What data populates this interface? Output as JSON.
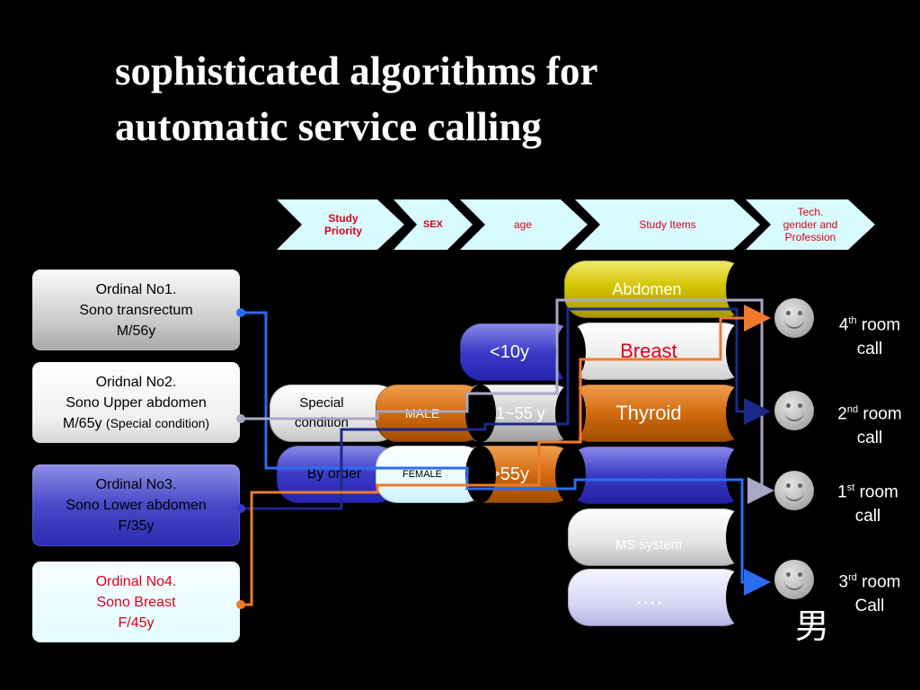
{
  "title": {
    "line1": "sophisticated algorithms for",
    "line2": "automatic service calling"
  },
  "chevrons": [
    {
      "line1": "Study",
      "line2": "Priority",
      "color": "#e0001a"
    },
    {
      "line1": "SEX",
      "line2": "",
      "color": "#e0001a"
    },
    {
      "line1": "age",
      "line2": "",
      "color": "#e0001a"
    },
    {
      "line1": "Study Items",
      "line2": "",
      "color": "#e0001a"
    },
    {
      "line1": "Tech.",
      "line2": "gender and",
      "line3": "Profession",
      "color": "#e0001a"
    }
  ],
  "patients": [
    {
      "line1": "Ordinal No1.",
      "line2": "Sono transrectum",
      "line3": "M/56y"
    },
    {
      "line1": "Oridnal No2.",
      "line2": "Sono Upper abdomen",
      "line3a": "M/65y",
      "line3b": "(Special condition)"
    },
    {
      "line1": "Ordinal No3.",
      "line2": "Sono Lower abdomen",
      "line3": "F/35y"
    },
    {
      "line1": "Ordinal No4.",
      "line2": "Sono Breast",
      "line3": "F/45y"
    }
  ],
  "priority": {
    "special": "Special condition",
    "by_order": "By order"
  },
  "sex": {
    "male": "MALE",
    "female": "FEMALE"
  },
  "age": {
    "young": "<10y",
    "mid": "11~55 y",
    "old": ">55y"
  },
  "items": {
    "abdomen": "Abdomen",
    "breast": "Breast",
    "thyroid": "Thyroid",
    "ms": "MS  system",
    "more": "…."
  },
  "rooms": [
    {
      "num": "4",
      "sup": "th",
      "word": "room",
      "line2": "call"
    },
    {
      "num": "2",
      "sup": "nd",
      "word": "room",
      "line2": "call"
    },
    {
      "num": "1",
      "sup": "st",
      "word": "room",
      "line2": "call"
    },
    {
      "num": "3",
      "sup": "rd",
      "word": "room",
      "line2": "Call"
    }
  ],
  "kanji": "男",
  "colors": {
    "blue_line": "#2c6cf0",
    "orange_line": "#f07a2a",
    "gray_line": "#a8a8c8",
    "chevron_fill": "#d7fbff"
  }
}
